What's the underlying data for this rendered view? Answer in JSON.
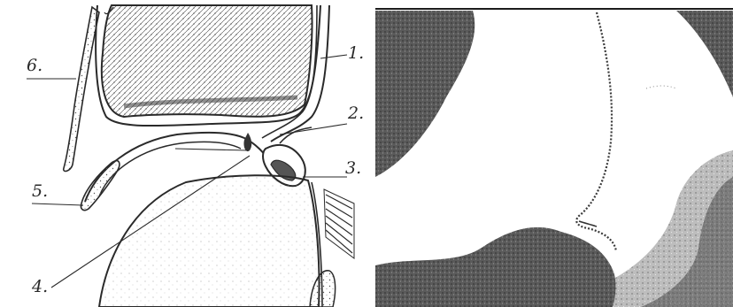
{
  "left_panel": {
    "labels": [
      "1.",
      "2.",
      "3.",
      "4.",
      "5.",
      "6."
    ]
  },
  "colors": {
    "ink": "#2a2a2a",
    "paper": "#ffffff",
    "shade": "#4a4a4a"
  }
}
